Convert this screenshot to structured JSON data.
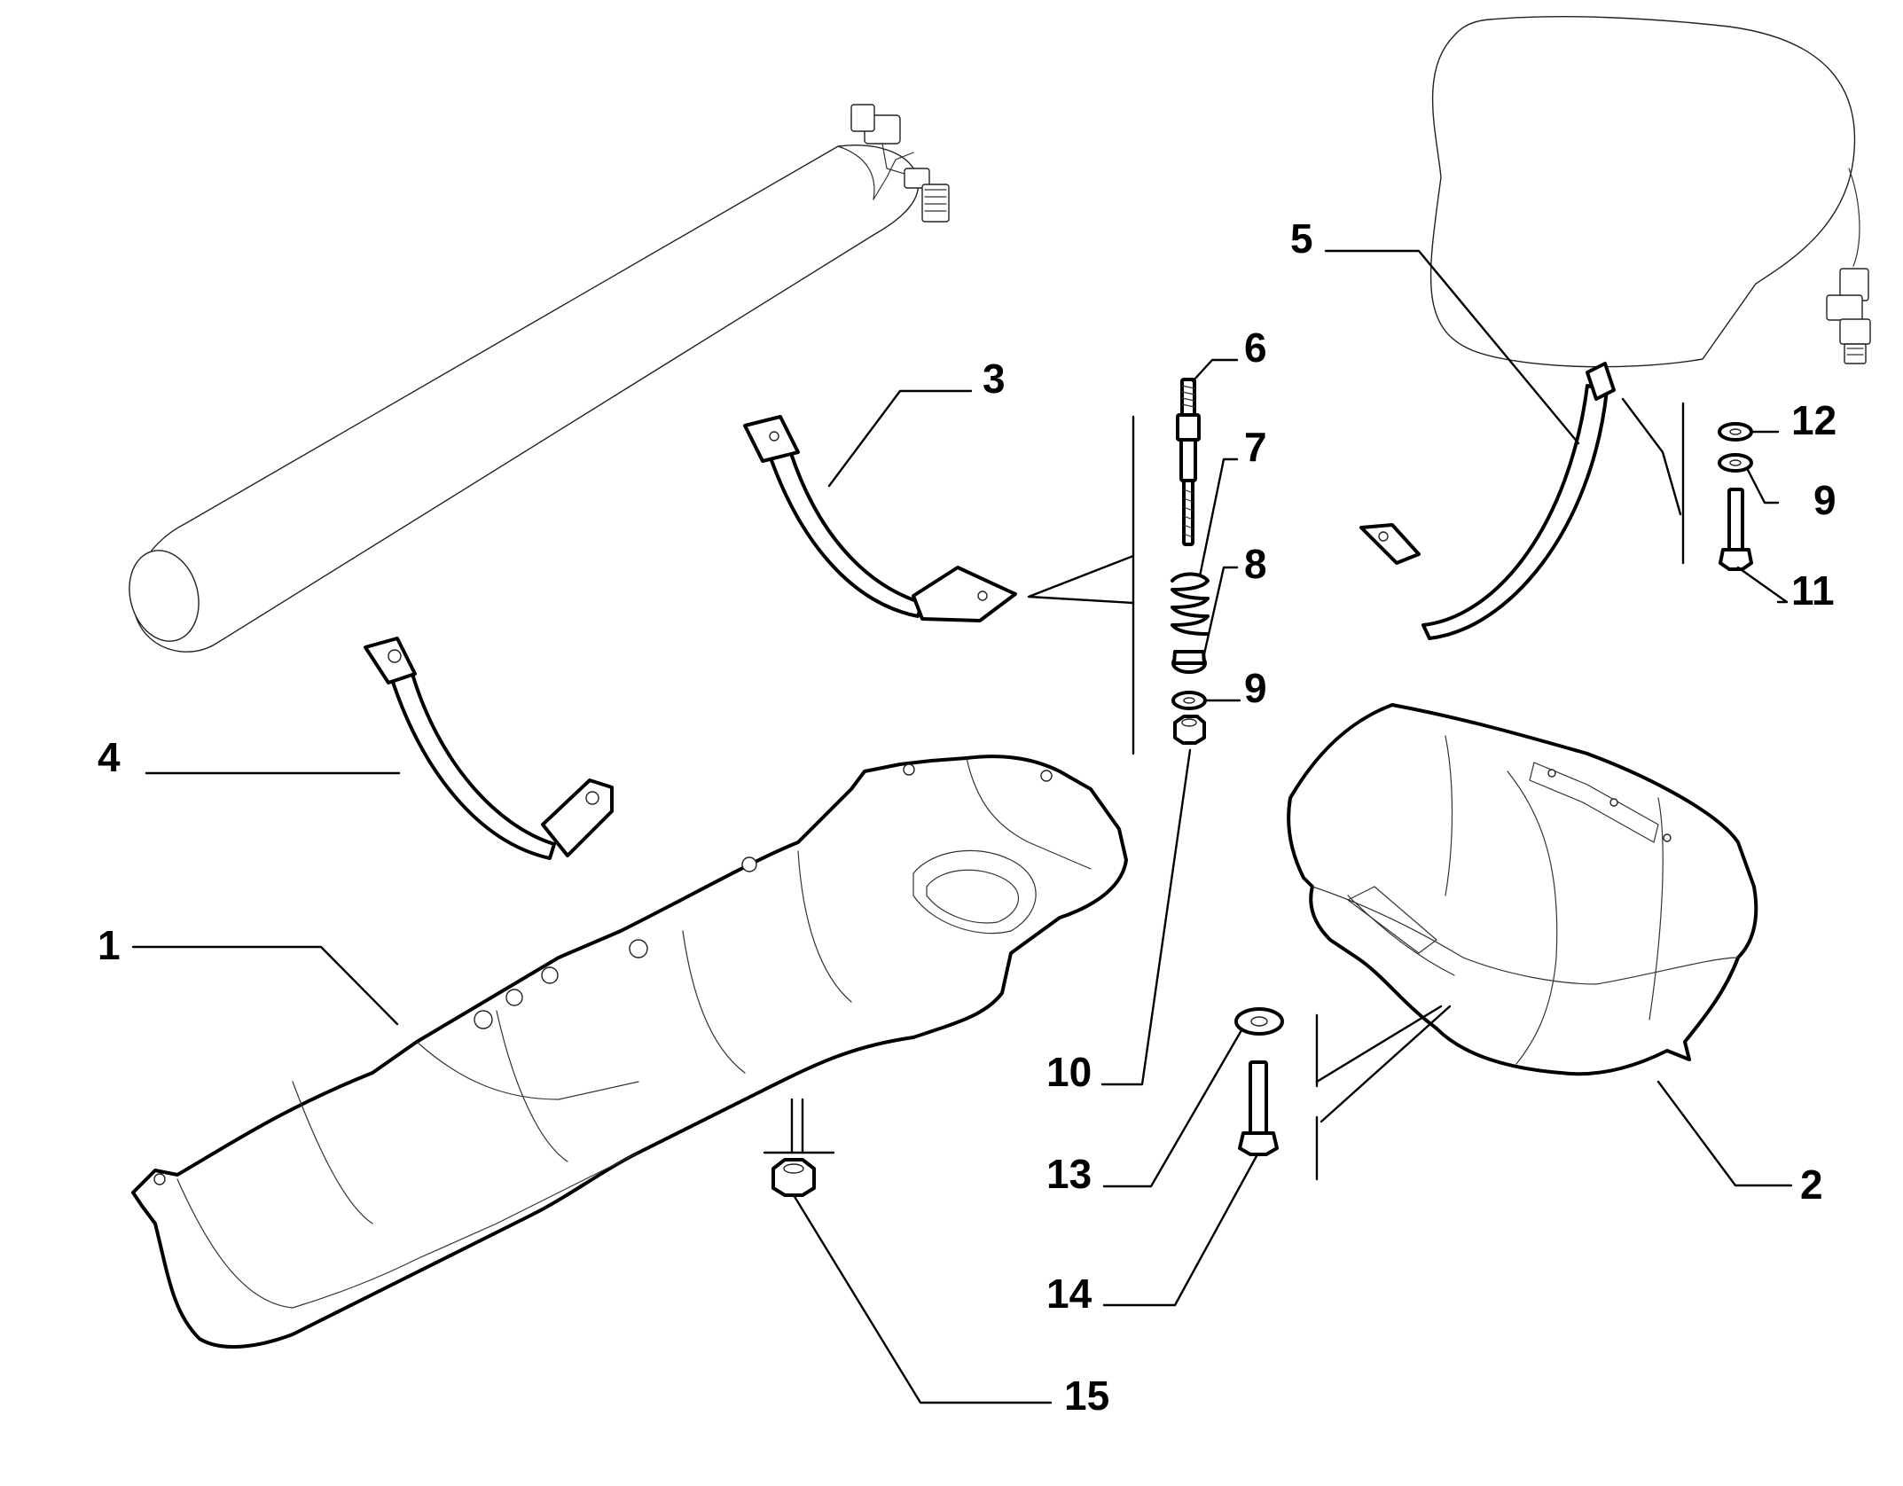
{
  "diagram": {
    "callouts": [
      {
        "id": "c1",
        "label": "1"
      },
      {
        "id": "c2",
        "label": "2"
      },
      {
        "id": "c3",
        "label": "3"
      },
      {
        "id": "c4",
        "label": "4"
      },
      {
        "id": "c5",
        "label": "5"
      },
      {
        "id": "c6",
        "label": "6"
      },
      {
        "id": "c7",
        "label": "7"
      },
      {
        "id": "c8",
        "label": "8"
      },
      {
        "id": "c9a",
        "label": "9"
      },
      {
        "id": "c9b",
        "label": "9"
      },
      {
        "id": "c10",
        "label": "10"
      },
      {
        "id": "c11",
        "label": "11"
      },
      {
        "id": "c12",
        "label": "12"
      },
      {
        "id": "c13",
        "label": "13"
      },
      {
        "id": "c14",
        "label": "14"
      },
      {
        "id": "c15",
        "label": "15"
      }
    ]
  }
}
